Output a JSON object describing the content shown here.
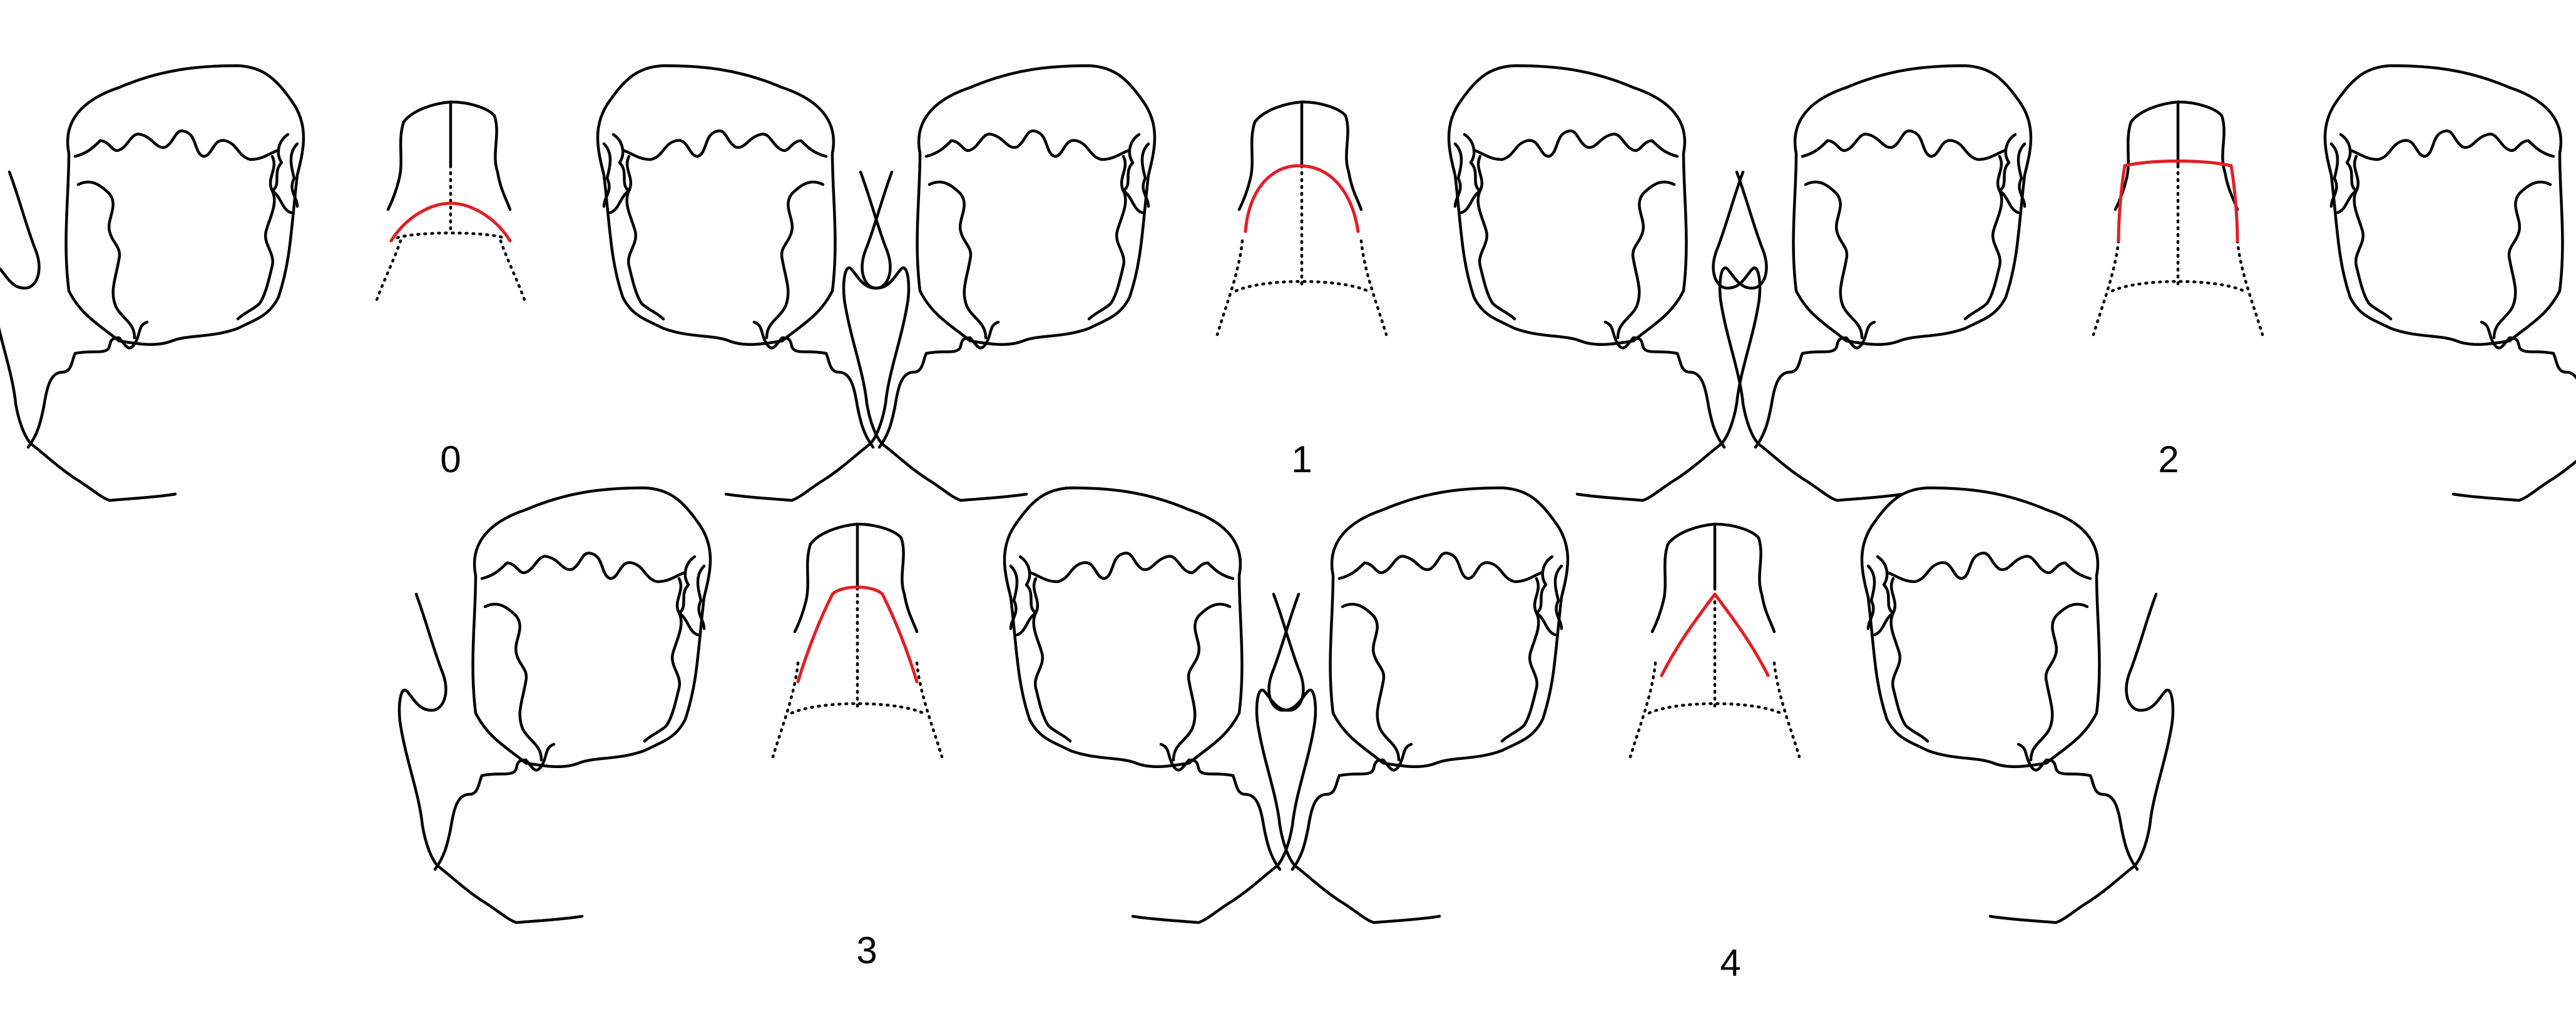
{
  "colors": {
    "outline": "#000000",
    "highlight": "#e31e24",
    "background": "#ffffff"
  },
  "panels": [
    {
      "label": "0",
      "shape": "arch"
    },
    {
      "label": "1",
      "shape": "tall-arch"
    },
    {
      "label": "2",
      "shape": "flat"
    },
    {
      "label": "3",
      "shape": "rounded-v"
    },
    {
      "label": "4",
      "shape": "pointed-v"
    }
  ]
}
